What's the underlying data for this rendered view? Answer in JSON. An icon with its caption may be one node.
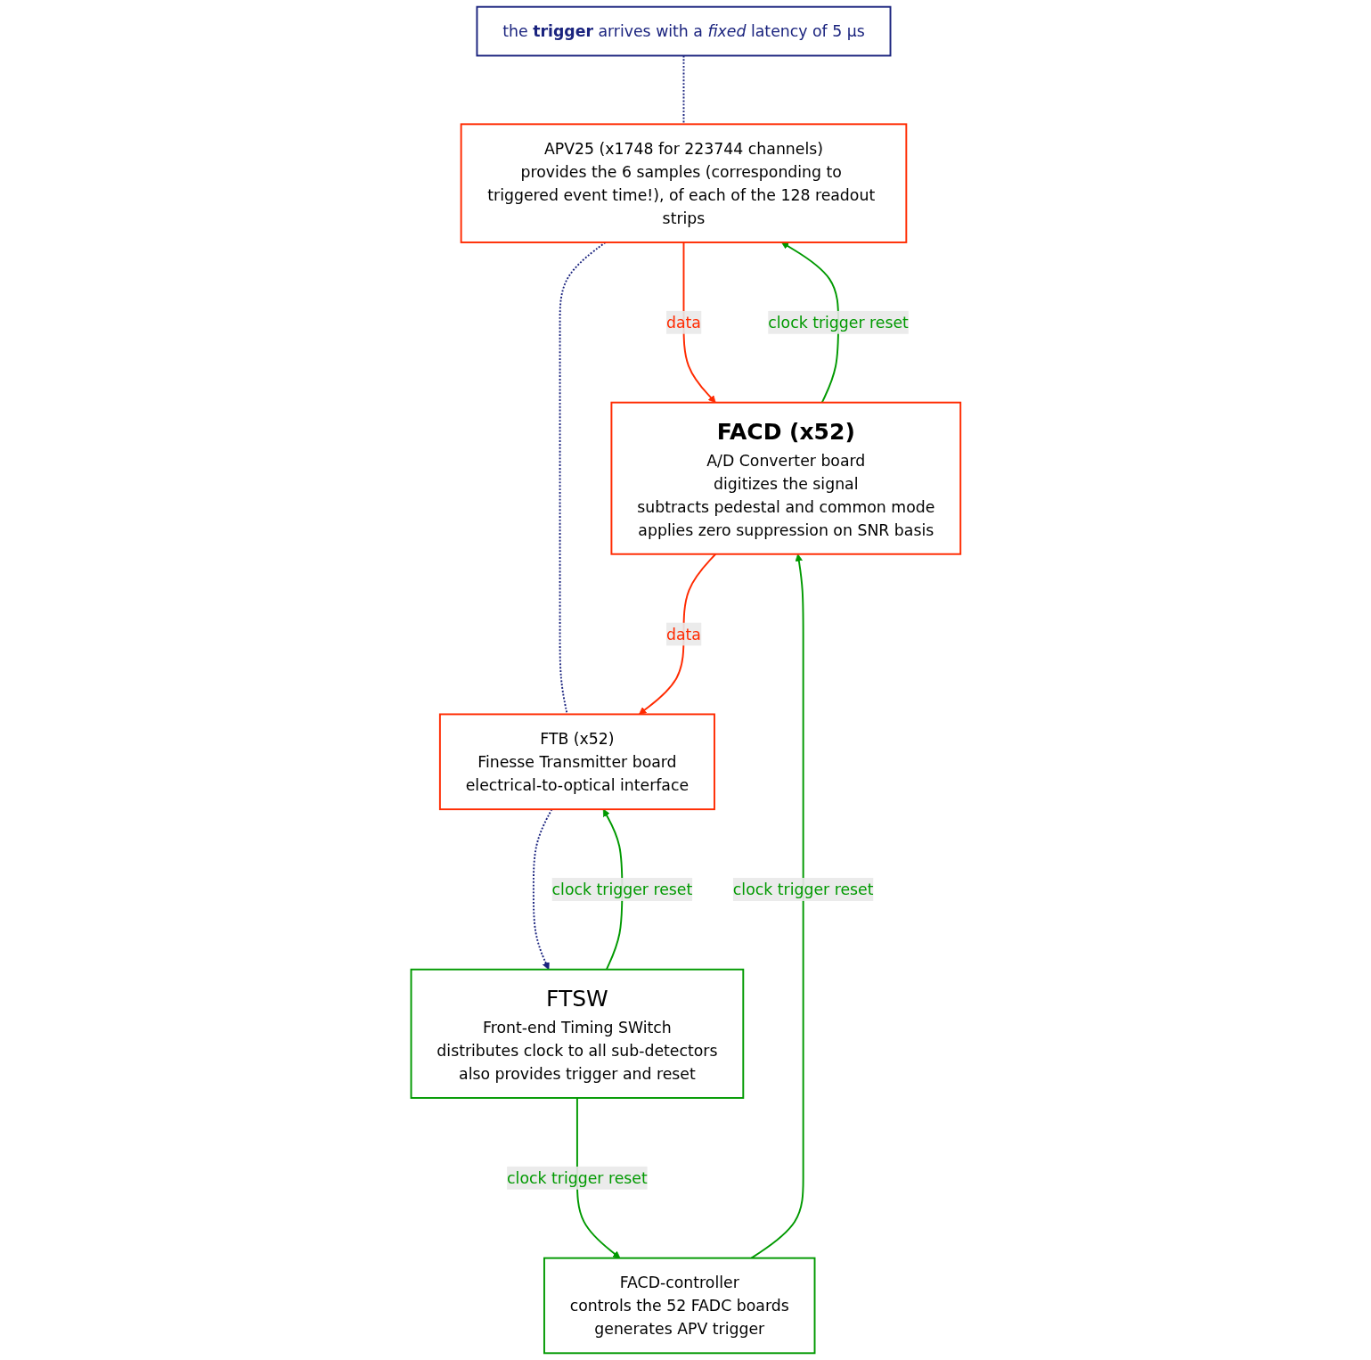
{
  "diagram": {
    "nodes": [
      {
        "text": [
          "the **trigger** arrives with a *fixed* latency of 5 μs"
        ]
      },
      {
        "text": [
          "APV25 (x1748 for 223744 channels)",
          "provides the 6 samples (corresponding to triggered event time!), of each of the 128 readout strips"
        ]
      },
      {
        "text": [
          "FACD  (x52)",
          "A/D Converter board",
          "digitizes the signal",
          "subtracts pedestal and common mode",
          "applies zero suppression on SNR basis"
        ]
      },
      {
        "text": [
          "FTB (x52)",
          "Finesse Transmitter board",
          "electrical-to-optical interface"
        ]
      },
      {
        "text": [
          "FACD-controller",
          "controls the 52 FADC boards",
          "generates APV trigger"
        ]
      },
      {
        "text": [
          "FTSW",
          "Front-end Timing SWitch",
          "distributes clock to all sub-detectors",
          "also provides trigger and reset"
        ]
      }
    ],
    "edges": [
      {
        "from": 0,
        "to": 1,
        "arrow": "none",
        "style": "dashed",
        "color": "#1a237e"
      },
      {
        "from": 2,
        "to": 1,
        "arrow": "to",
        "label": "clock trigger reset"
      },
      {
        "from": 1,
        "to": 2,
        "arrow": "to",
        "label": "data",
        "color": "#ff2a00"
      },
      {
        "from": 1,
        "to": 3,
        "arrow": "none",
        "style": "dashed",
        "color": "#1a237e"
      },
      {
        "from": 2,
        "to": 3,
        "arrow": "to",
        "label": "data",
        "color": "#ff2a00"
      },
      {
        "from": 3,
        "to": 5,
        "arrow": "to",
        "style": "dashed",
        "color": "#1a237e"
      },
      {
        "from": 5,
        "to": 3,
        "arrow": "to",
        "label": "clock trigger reset"
      },
      {
        "from": 4,
        "to": 2,
        "arrow": "to",
        "label": "clock trigger reset"
      },
      {
        "from": 5,
        "to": 4,
        "arrow": "to",
        "label": "clock trigger reset"
      }
    ]
  }
}
